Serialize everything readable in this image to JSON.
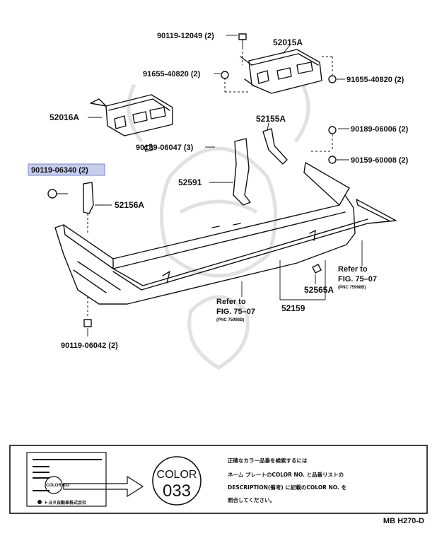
{
  "callouts": [
    {
      "id": "p1",
      "text": "90119-12049 (2)"
    },
    {
      "id": "p2",
      "text": "52015A"
    },
    {
      "id": "p3",
      "text": "91655-40820 (2)"
    },
    {
      "id": "p4",
      "text": "91655-40820 (2)"
    },
    {
      "id": "p5",
      "text": "52016A"
    },
    {
      "id": "p6",
      "text": "52155A"
    },
    {
      "id": "p7",
      "text": "90189-06006 (2)"
    },
    {
      "id": "p8",
      "text": "90189-06047 (3)"
    },
    {
      "id": "p9",
      "text": "90159-60008 (2)"
    },
    {
      "id": "p10",
      "text": "90119-06340 (2)",
      "highlighted": true
    },
    {
      "id": "p11",
      "text": "52591"
    },
    {
      "id": "p12",
      "text": "52156A"
    },
    {
      "id": "p13",
      "text": "52565A"
    },
    {
      "id": "p14",
      "text": "52159"
    },
    {
      "id": "p15",
      "text": "90119-06042 (2)"
    }
  ],
  "refs": [
    {
      "line1": "Refer to",
      "line2": "FIG. 75–07",
      "line3": "(PNC 75998B)"
    },
    {
      "line1": "Refer to",
      "line2": "FIG. 75–07",
      "line3": "(PNC 75998B)"
    }
  ],
  "color_box": {
    "plate_text": "COLOR 033",
    "plate_footer": "トヨタ自動車株式会社",
    "circle_top": "COLOR",
    "circle_bottom": "033",
    "note_lines": [
      "正確なカラー品番を検索するには",
      "ネーム プレートのCOLOR NO. と品番リストの",
      "DESCRIPTION(備考) に記載のCOLOR NO. を",
      "照合してください。"
    ]
  },
  "figure_code": "MB H270-D",
  "colors": {
    "highlight": "#c6ccec",
    "line": "#111111",
    "watermark": "#c8c8c8"
  }
}
